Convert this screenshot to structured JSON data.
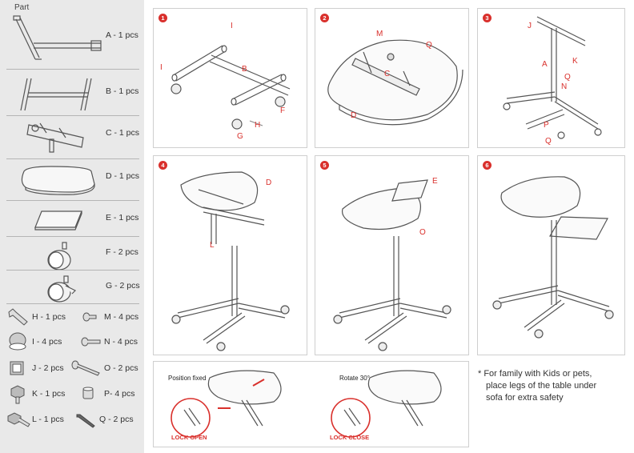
{
  "sidebar": {
    "title": "Part",
    "large_parts": [
      {
        "label": "A - 1 pcs",
        "icon": "stand-column-part"
      },
      {
        "label": "B - 1 pcs",
        "icon": "base-frame-part"
      },
      {
        "label": "C - 1 pcs",
        "icon": "tilt-bracket-part"
      },
      {
        "label": "D - 1 pcs",
        "icon": "main-tabletop-part"
      },
      {
        "label": "E - 1 pcs",
        "icon": "side-tray-part"
      },
      {
        "label": "F - 2 pcs",
        "icon": "caster-wheel-part"
      },
      {
        "label": "G - 2 pcs",
        "icon": "locking-caster-part"
      }
    ],
    "small_parts": [
      {
        "label": "H - 1 pcs",
        "icon": "wrench-icon"
      },
      {
        "label": "M - 4 pcs",
        "icon": "short-screw-icon"
      },
      {
        "label": "I - 4 pcs",
        "icon": "end-cap-icon"
      },
      {
        "label": "N - 4 pcs",
        "icon": "medium-screw-icon"
      },
      {
        "label": "J - 2 pcs",
        "icon": "square-cap-icon"
      },
      {
        "label": "O - 2 pcs",
        "icon": "long-screw-icon"
      },
      {
        "label": "K - 1 pcs",
        "icon": "knob-icon"
      },
      {
        "label": "P- 4 pcs",
        "icon": "barrel-nut-icon"
      },
      {
        "label": "L - 1 pcs",
        "icon": "long-knob-icon"
      },
      {
        "label": "Q - 2 pcs",
        "icon": "hex-key-icon"
      }
    ]
  },
  "steps": [
    {
      "number": "1",
      "callouts": [
        "I",
        "I",
        "B",
        "F",
        "G",
        "H"
      ]
    },
    {
      "number": "2",
      "callouts": [
        "M",
        "Q",
        "C",
        "D"
      ]
    },
    {
      "number": "3",
      "callouts": [
        "J",
        "A",
        "K",
        "Q",
        "N",
        "P",
        "Q"
      ]
    },
    {
      "number": "4",
      "callouts": [
        "D",
        "L"
      ]
    },
    {
      "number": "5",
      "callouts": [
        "E",
        "O"
      ]
    },
    {
      "number": "6",
      "callouts": []
    }
  ],
  "tilt": {
    "position_fixed": "Position fixed",
    "rotate": "Rotate 30°",
    "lock_open": "LOCK OPEN",
    "lock_close": "LOCK CLOSE"
  },
  "note": {
    "line1": "* For family with Kids or pets,",
    "line2": "place legs of the table under",
    "line3": "sofa for extra safety"
  },
  "colors": {
    "accent": "#d9302c",
    "sidebar_bg": "#e9e9e9",
    "panel_border": "#cfcfcf",
    "line": "#555555"
  }
}
